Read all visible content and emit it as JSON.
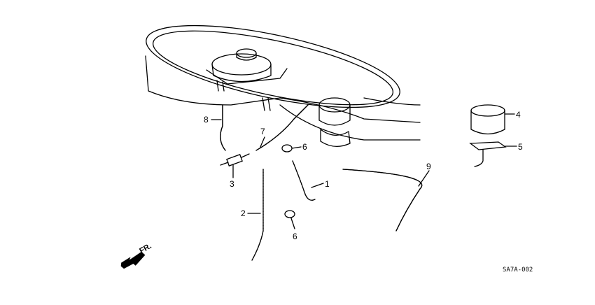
{
  "diagram": {
    "callouts": [
      {
        "part": "1",
        "name": "hose-1"
      },
      {
        "part": "2",
        "name": "hose-2"
      },
      {
        "part": "3",
        "name": "valve-3"
      },
      {
        "part": "4",
        "name": "cap-4"
      },
      {
        "part": "5",
        "name": "bracket-5"
      },
      {
        "part": "6",
        "name": "clamp-6-upper"
      },
      {
        "part": "6",
        "name": "clamp-6-lower"
      },
      {
        "part": "7",
        "name": "hose-7"
      },
      {
        "part": "8",
        "name": "hose-8"
      },
      {
        "part": "9",
        "name": "hose-9"
      }
    ],
    "direction_label": "FR.",
    "diagram_code": "SA7A-002"
  }
}
